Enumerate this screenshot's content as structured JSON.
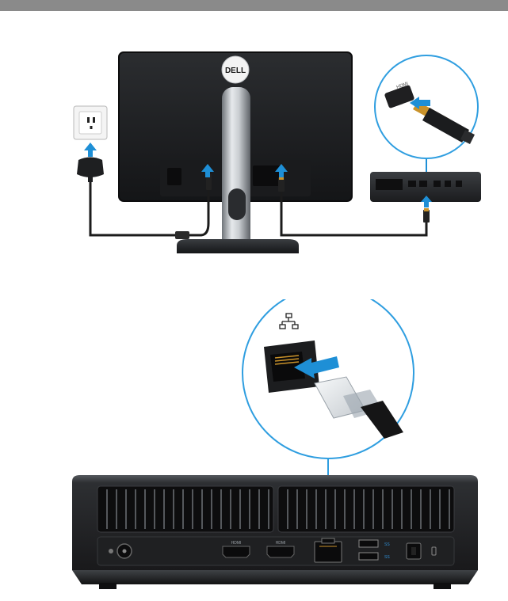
{
  "page": {
    "header_bar_color": "#8a8a8a"
  },
  "figure_1": {
    "brand_logo_text": "DELL",
    "hdmi_connector_label": "HDMI",
    "arrow_color": "#1e8fd6"
  },
  "figure_2": {
    "port_labels": {
      "hdmi_in": "HDMI",
      "hdmi_out": "HDMI",
      "usb_1": "SS",
      "usb_2": "SS"
    },
    "arrow_color": "#1e8fd6"
  },
  "icons": [
    "power-port-icon",
    "hdmi-port-icon",
    "ethernet-port-icon",
    "usb-port-icon",
    "optical-audio-port-icon",
    "lock-slot-icon",
    "network-icon",
    "wall-outlet-icon"
  ]
}
